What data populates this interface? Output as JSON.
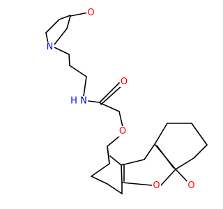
{
  "molecule": {
    "atom_labels": {
      "lactam_o": "O",
      "lactam_n": "N",
      "amide_n": "N",
      "amide_h": "H",
      "amide_o": "O",
      "ether_o": "O",
      "ring_o": "O",
      "lactone_o": "O"
    },
    "colors": {
      "bond": "#000000",
      "oxygen": "#ff0000",
      "nitrogen": "#0000ff",
      "background": "#ffffff"
    }
  }
}
